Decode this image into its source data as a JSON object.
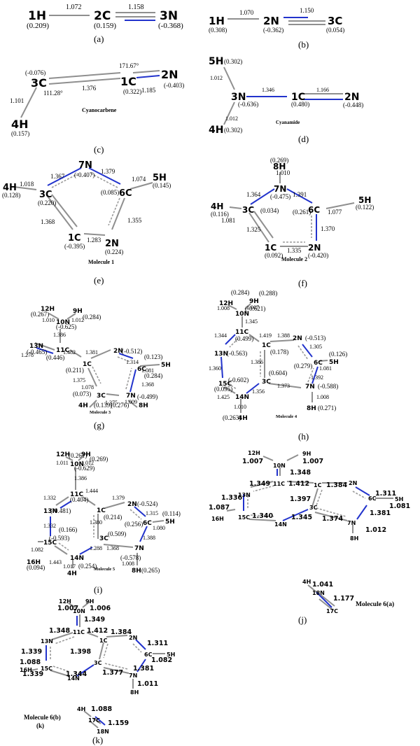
{
  "panels": {
    "a": {
      "caption": "(a)",
      "atoms": [
        "1H",
        "2C",
        "3N"
      ],
      "charges": [
        "(0.209)",
        "(0.159)",
        "(-0.368)"
      ],
      "bonds": [
        "1.072",
        "1.158"
      ]
    },
    "b": {
      "caption": "(b)",
      "atoms": [
        "1H",
        "2N",
        "3C"
      ],
      "charges": [
        "(0.308)",
        "(-0.362)",
        "(0.054)"
      ],
      "bonds": [
        "1.070",
        "1.150"
      ]
    },
    "c": {
      "caption": "(c)",
      "name": "Cyanocarbene",
      "atoms": [
        "3C",
        "1C",
        "2N",
        "4H"
      ],
      "charges": [
        "(-0.076)",
        "(0.322)",
        "(-0.403)",
        "(0.157)"
      ],
      "bonds": [
        "1.376",
        "1.185",
        "1.101"
      ],
      "angles": [
        "171.67°",
        "111.28°"
      ]
    },
    "d": {
      "caption": "(d)",
      "name": "Cyanamide",
      "atoms": [
        "5H",
        "3N",
        "1C",
        "2N",
        "4H"
      ],
      "charges": [
        "(0.302)",
        "(-0.636)",
        "(0.480)",
        "(-0.448)",
        "(0.302)"
      ],
      "bonds": [
        "1.012",
        "1.346",
        "1.166",
        "1.012"
      ]
    },
    "e": {
      "caption": "(e)",
      "name": "Molecule 1",
      "atoms": [
        "7N",
        "4H",
        "3C",
        "6C",
        "5H",
        "1C",
        "2N"
      ],
      "charges": [
        "(-0.407)",
        "(0.128)",
        "(0.220)",
        "(0.085)",
        "(0.145)",
        "(-0.395)",
        "(0.224)"
      ],
      "bonds": [
        "1.367",
        "1.379",
        "1.018",
        "1.074",
        "1.368",
        "1.355",
        "1.283"
      ]
    },
    "f": {
      "caption": "(f)",
      "name": "Molecule 2",
      "atoms": [
        "8H",
        "7N",
        "4H",
        "3C",
        "6C",
        "5H",
        "1C",
        "2N"
      ],
      "charges": [
        "(0.269)",
        "(-0.475)",
        "(0.116)",
        "(0.034)",
        "(0.261)",
        "(0.122)",
        "(0.092)",
        "(-0.420)"
      ],
      "bonds": [
        "1.010",
        "1.364",
        "1.391",
        "1.081",
        "1.077",
        "1.325",
        "1.370",
        "1.335"
      ]
    },
    "g": {
      "caption": "(g)",
      "name": "Molecule 3",
      "atoms": [
        "12H",
        "9H",
        "10N",
        "11C",
        "13N",
        "2N",
        "1C",
        "6C",
        "5H",
        "3C",
        "7N",
        "4H",
        "8H"
      ],
      "charges": [
        "(0.267)",
        "(0.284)",
        "(-0.625)",
        "(0.446)",
        "(-0.465)",
        "(-0.512)",
        "(0.211)",
        "(0.284)",
        "(0.123)",
        "(0.073)",
        "(-0.499)",
        "(0.139)",
        "(0.276)"
      ],
      "bonds": [
        "1.010",
        "1.012",
        "1.386",
        "1.482",
        "1.381",
        "1.278",
        "1.314",
        "1.081",
        "1.375",
        "1.368",
        "1.375",
        "1.078",
        "1.009"
      ]
    },
    "h": {
      "caption": "(h)",
      "name": "Molecule 4",
      "atoms": [
        "12H",
        "9H",
        "10N",
        "11C",
        "2N",
        "13N",
        "1C",
        "6C",
        "5H",
        "15C",
        "3C",
        "7N",
        "14N",
        "4H",
        "8H"
      ],
      "charges": [
        "(0.284)",
        "(0.288)",
        "(-0.621)",
        "(0.499)",
        "(-0.513)",
        "(-0.563)",
        "(0.178)",
        "(0.279)",
        "(0.126)",
        "(0.095)",
        "(0.604)",
        "(-0.588)",
        "(-0.602)",
        "(0.263)",
        "(0.271)"
      ],
      "bonds": [
        "1.008",
        "1.007",
        "1.345",
        "1.344",
        "1.419",
        "1.388",
        "1.305",
        "1.081",
        "1.360",
        "1.386",
        "1.392",
        "1.425",
        "1.356",
        "1.373",
        "1.008",
        "1.010"
      ]
    },
    "i": {
      "caption": "(i)",
      "name": "Molecule 5",
      "atoms": [
        "12H",
        "9H",
        "10N",
        "11C",
        "13N",
        "2N",
        "1C",
        "6C",
        "5H",
        "15C",
        "3C",
        "7N",
        "16H",
        "14N",
        "4H",
        "8H"
      ],
      "charges": [
        "(0.261)",
        "(0.269)",
        "(-0.629)",
        "(0.404)",
        "(-0.481)",
        "(-0.524)",
        "(0.214)",
        "(0.256)",
        "(0.114)",
        "(0.166)",
        "(0.509)",
        "(-0.578)",
        "(0.094)",
        "(-0.593)",
        "(0.254)",
        "(0.265)"
      ],
      "bonds": [
        "1.011",
        "1.012",
        "1.386",
        "1.332",
        "1.444",
        "1.379",
        "1.315",
        "1.080",
        "1.332",
        "1.380",
        "1.388",
        "1.082",
        "1.443",
        "1.288",
        "1.368",
        "1.017",
        "1.008"
      ]
    },
    "j": {
      "caption": "(j)",
      "name": "Molecule 6(a)",
      "atoms": [
        "12H",
        "9H",
        "10N",
        "11C",
        "13N",
        "1C",
        "2N",
        "6C",
        "5H",
        "15C",
        "3C",
        "16H",
        "14N",
        "7N",
        "8H",
        "4H",
        "18N",
        "17C"
      ],
      "bonds": [
        "1.007",
        "1.007",
        "1.348",
        "1.349",
        "1.412",
        "1.384",
        "1.336",
        "1.311",
        "1.397",
        "1.081",
        "1.087",
        "1.381",
        "1.340",
        "1.345",
        "1.374",
        "1.012",
        "1.041",
        "1.177"
      ]
    },
    "k": {
      "caption": "(k)",
      "name": "Molecule 6(b)",
      "name2": "(k)",
      "atoms": [
        "12H",
        "9H",
        "10N",
        "11C",
        "13N",
        "1C",
        "2N",
        "6C",
        "5H",
        "15C",
        "3C",
        "16H",
        "14N",
        "7N",
        "8H",
        "4H",
        "17C",
        "18N"
      ],
      "bonds": [
        "1.007",
        "1.006",
        "1.349",
        "1.348",
        "1.412",
        "1.384",
        "1.311",
        "1.339",
        "1.398",
        "1.082",
        "1.088",
        "1.381",
        "1.339",
        "1.344",
        "1.377",
        "1.011",
        "1.088",
        "1.159"
      ]
    }
  }
}
